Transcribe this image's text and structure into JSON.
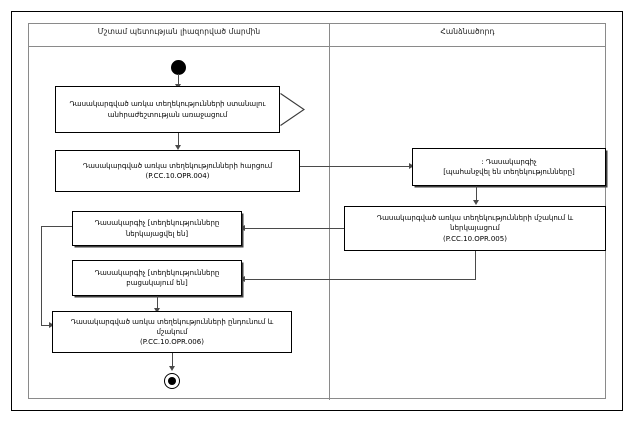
{
  "diagram": {
    "type": "uml-activity-diagram",
    "lanes": [
      {
        "id": "left",
        "title": "Մշտամ պետության լիազորված մարմին"
      },
      {
        "id": "right",
        "title": "Հանձնածորդ"
      }
    ],
    "nodes": [
      {
        "id": "start",
        "kind": "initial-node",
        "lane": "left",
        "label": ""
      },
      {
        "id": "action-request-prep",
        "kind": "send-signal-action",
        "lane": "left",
        "text": "Դասակարգված առկա տեղեկությունների ստանալու անհրաժեշտության առաջացում",
        "code": ""
      },
      {
        "id": "action-opr-004",
        "kind": "action",
        "lane": "left",
        "text": "Դասակարգված առկա տեղեկությունների հարցում",
        "code": "(P.CC.10.OPR.004)"
      },
      {
        "id": "object-classifier-requested",
        "kind": "object-node",
        "lane": "right",
        "text": ": Դասակարգիչ",
        "code": "[պահանջվել են տեղեկությունները]"
      },
      {
        "id": "action-opr-005",
        "kind": "action",
        "lane": "right",
        "text": "Դասակարգված առկա տեղեկությունների մշակում և ներկայացում",
        "code": "(P.CC.10.OPR.005)"
      },
      {
        "id": "object-classifier-presented",
        "kind": "object-node",
        "lane": "left",
        "text": "Դասակարգիչ [տեղեկությունները ներկայացվել են]",
        "code": ""
      },
      {
        "id": "object-classifier-missing",
        "kind": "object-node",
        "lane": "left",
        "text": "Դասակարգիչ [տեղեկությունները բացակայում են]",
        "code": ""
      },
      {
        "id": "action-opr-006",
        "kind": "action",
        "lane": "left",
        "text": "Դասակարգված առկա տեղեկությունների ընդունում և մշակում",
        "code": "(P.CC.10.OPR.006)"
      },
      {
        "id": "end",
        "kind": "final-node",
        "lane": "left",
        "label": ""
      }
    ],
    "colors": {
      "stroke": "#000000",
      "connector": "#4a4a4a",
      "lane_border": "#8a8a8a",
      "background": "#ffffff"
    }
  }
}
